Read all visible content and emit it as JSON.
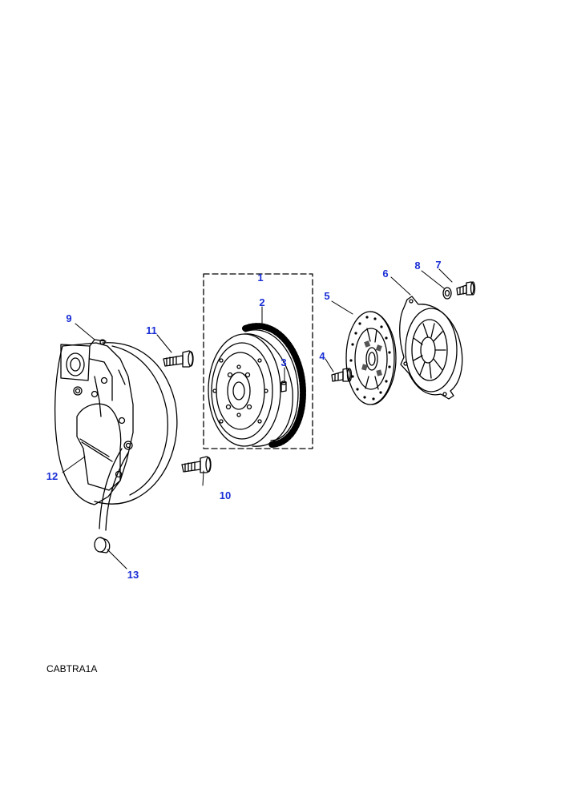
{
  "diagram": {
    "reference_code": "CABTRA1A",
    "callout_color": "#1a2fd6",
    "line_color": "#000000",
    "callouts": [
      {
        "id": "1",
        "text": "1"
      },
      {
        "id": "2",
        "text": "2"
      },
      {
        "id": "3",
        "text": "3"
      },
      {
        "id": "4",
        "text": "4"
      },
      {
        "id": "5",
        "text": "5"
      },
      {
        "id": "6",
        "text": "6"
      },
      {
        "id": "7",
        "text": "7"
      },
      {
        "id": "8",
        "text": "8"
      },
      {
        "id": "9",
        "text": "9"
      },
      {
        "id": "10",
        "text": "10"
      },
      {
        "id": "11",
        "text": "11"
      },
      {
        "id": "12",
        "text": "12"
      },
      {
        "id": "13",
        "text": "13"
      }
    ]
  }
}
